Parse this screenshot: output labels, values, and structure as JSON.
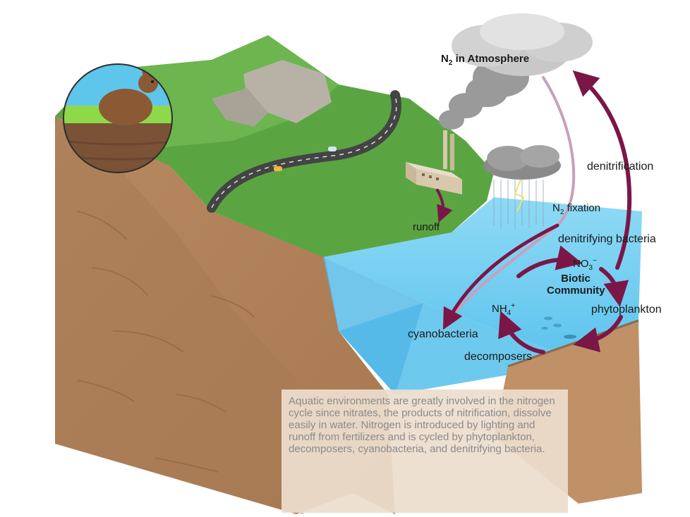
{
  "labels": {
    "atmosphere_prefix": "N",
    "atmosphere_sub": "2",
    "atmosphere_suffix": " in Atmosphere",
    "denitrification": "denitrification",
    "n2_fixation_prefix": "N",
    "n2_fixation_sub": "2",
    "n2_fixation_suffix": " fixation",
    "runoff": "runoff",
    "denitrifying_bacteria": "denitrifying bacteria",
    "no3_base": "NO",
    "no3_sub": "3",
    "no3_sup": "−",
    "biotic_community": "Biotic Community",
    "nh4_base": "NH",
    "nh4_sub": "4",
    "nh4_sup": "+",
    "phytoplankton": "phytoplankton",
    "cyanobacteria": "cyanobacteria",
    "decomposers": "decomposers"
  },
  "caption": "Aquatic environments are greatly involved in the nitrogen cycle since nitrates, the products of nitrification, dissolve easily in water. Nitrogen is introduced by lighting and runoff from fertilizers and is cycled by phytoplankton, decomposers, cyanobacteria, and denitrifying bacteria.",
  "colors": {
    "arrow": "#7a1747",
    "water": "#7fd2f0",
    "grass": "#5aa542",
    "soil": "#b98a62",
    "cloud": "#9c9c9c"
  }
}
